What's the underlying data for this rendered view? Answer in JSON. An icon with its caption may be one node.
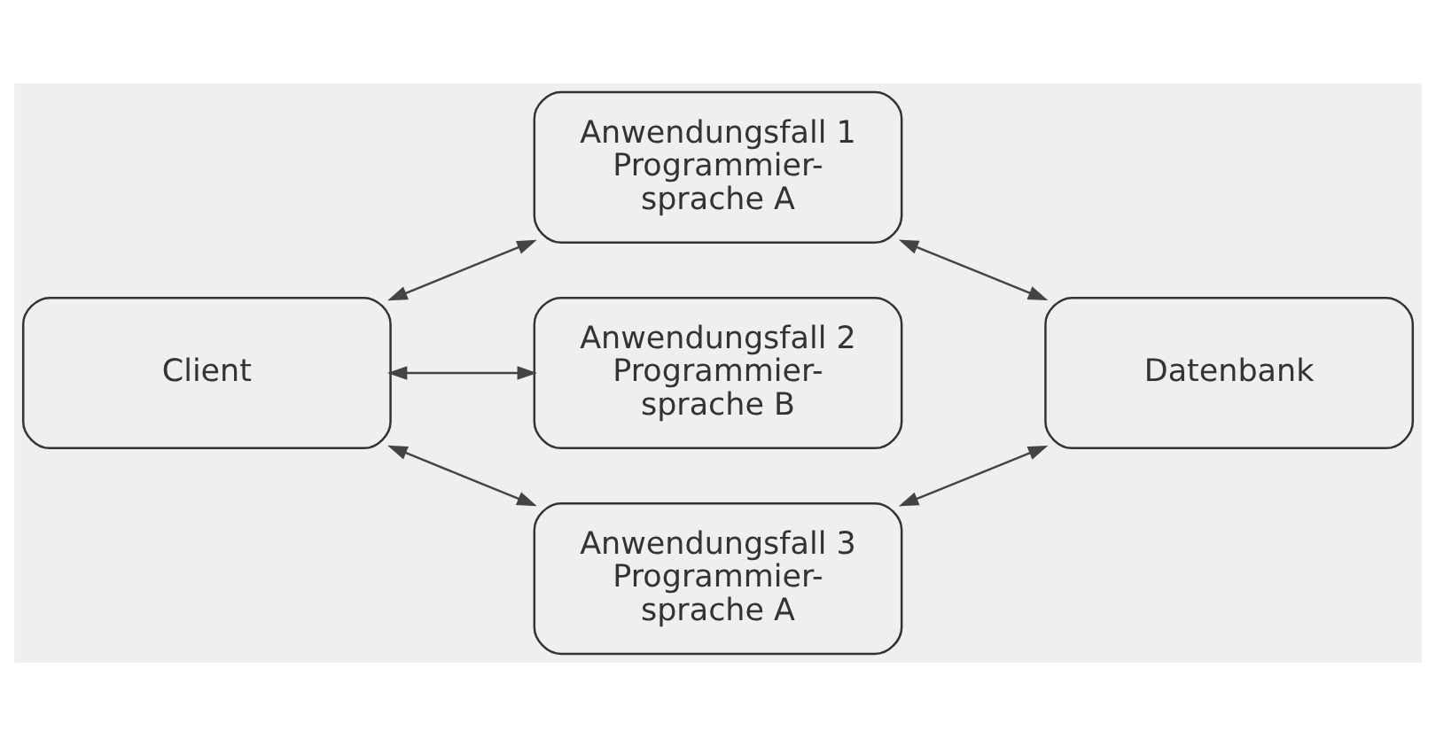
{
  "diagram": {
    "nodes": [
      {
        "text": [
          "Anwendungsfall 1 Programmier- sprache A"
        ]
      },
      {
        "text": [
          "Client"
        ]
      },
      {
        "text": [
          "Anwendungsfall 2 Programmier- sprache B"
        ]
      },
      {
        "text": [
          "Datenbank"
        ]
      },
      {
        "text": [
          "Anwendungsfall 3 Programmier- sprache A"
        ]
      }
    ],
    "edges": [
      {
        "from": 1,
        "to": 0,
        "arrow": "both"
      },
      {
        "from": 1,
        "to": 2,
        "arrow": "both"
      },
      {
        "from": 1,
        "to": 4,
        "arrow": "both"
      },
      {
        "from": 0,
        "to": 3,
        "arrow": "both"
      },
      {
        "from": 4,
        "to": 3,
        "arrow": "both"
      }
    ]
  }
}
